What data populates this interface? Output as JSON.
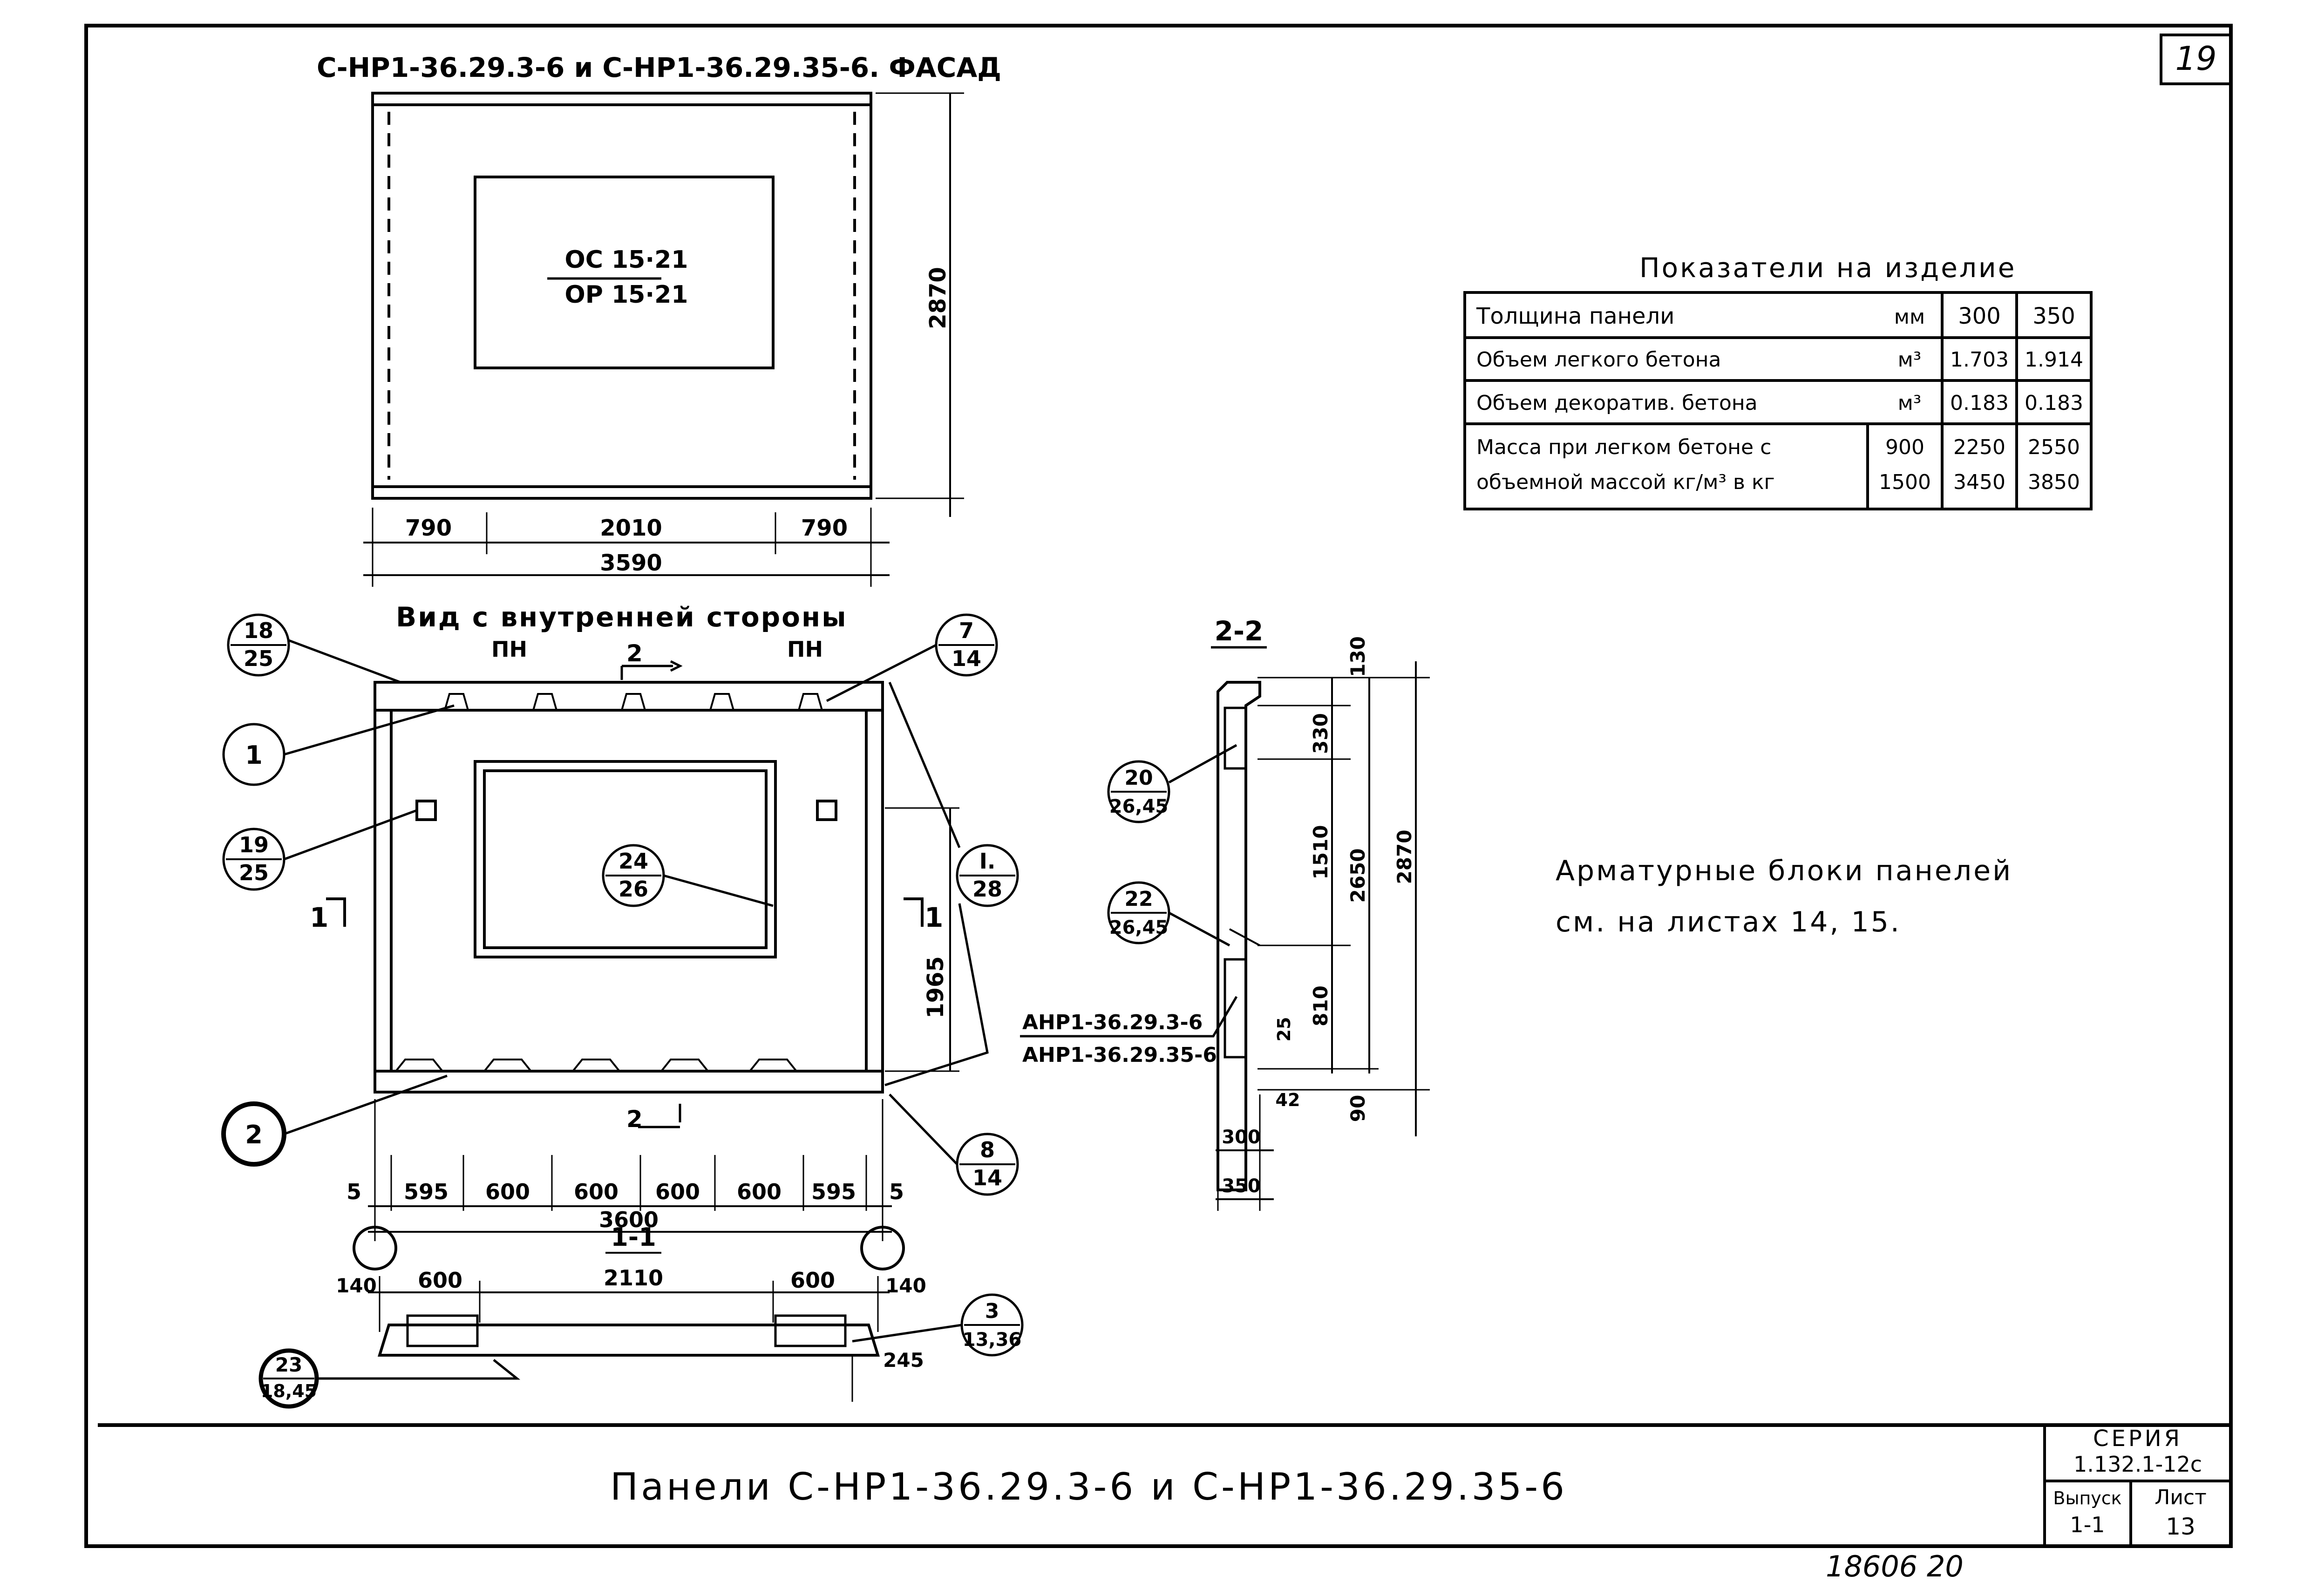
{
  "sheet_number": "19",
  "facade": {
    "title": "С-НР1-36.29.3-6 и С-НР1-36.29.35-6. ФАСАД",
    "window_label_1": "ОС 15·21",
    "window_label_2": "ОР 15·21",
    "dim_height": "2870",
    "dim_left": "790",
    "dim_mid": "2010",
    "dim_right": "790",
    "dim_total": "3590"
  },
  "indicators": {
    "title": "Показатели на изделие",
    "rows": [
      {
        "name": "Толщина панели",
        "unit": "мм",
        "v300": "300",
        "v350": "350"
      },
      {
        "name": "Объем легкого бетона",
        "unit": "м³",
        "v300": "1.703",
        "v350": "1.914"
      },
      {
        "name": "Объем декоратив. бетона",
        "unit": "м³",
        "v300": "0.183",
        "v350": "0.183"
      }
    ],
    "mass_label_1": "Масса при легком бетоне с",
    "mass_label_2": "объемной массой кг/м³ в кг",
    "mass_rows": [
      {
        "density": "900",
        "v300": "2250",
        "v350": "2550"
      },
      {
        "density": "1500",
        "v300": "3450",
        "v350": "3850"
      }
    ]
  },
  "inner_view": {
    "title": "Вид с внутренней стороны",
    "pn_left": "ПН",
    "pn_right": "ПН",
    "section_2_top": "2",
    "section_2_bottom": "2",
    "section_1_left": "1",
    "section_1_right": "1",
    "dim_1965": "1965",
    "bottom_dims": [
      "5",
      "595",
      "600",
      "600",
      "600",
      "600",
      "595",
      "5"
    ],
    "dim_total": "3600",
    "callouts": [
      {
        "top": "18",
        "bottom": "25"
      },
      {
        "top": "1",
        "bottom": ""
      },
      {
        "top": "19",
        "bottom": "25"
      },
      {
        "top": "7",
        "bottom": "14"
      },
      {
        "top": "24",
        "bottom": "26"
      },
      {
        "top": "I.",
        "bottom": "28"
      },
      {
        "top": "2",
        "bottom": ""
      },
      {
        "top": "8",
        "bottom": "14"
      }
    ]
  },
  "section_1_1": {
    "title_top": "1-1",
    "title_bottom": "2110",
    "dim_left_140": "140",
    "dim_left_600": "600",
    "dim_mid": "2110",
    "dim_right_600": "600",
    "dim_right_140": "140",
    "dim_245": "245",
    "callout_3": {
      "top": "3",
      "bottom": "13,36"
    },
    "callout_23": {
      "top": "23",
      "bottom": "18,45"
    }
  },
  "section_2_2": {
    "title": "2-2",
    "dims_right": [
      "130",
      "330",
      "1510",
      "810",
      "90"
    ],
    "dim_2650": "2650",
    "dim_2870": "2870",
    "dim_25": "25",
    "dim_42": "42",
    "dim_300": "300",
    "dim_350": "350",
    "callout_20": {
      "top": "20",
      "bottom": "26,45"
    },
    "callout_22": {
      "top": "22",
      "bottom": "26,45"
    },
    "block_label_1": "АНР1-36.29.3-6",
    "block_label_2": "АНР1-36.29.35-6"
  },
  "note": {
    "line1": "Арматурные блоки панелей",
    "line2": "см. на листах 14, 15."
  },
  "title_block": {
    "title": "Панели С-НР1-36.29.3-6 и С-НР1-36.29.35-6",
    "series_label": "СЕРИЯ",
    "series_value": "1.132.1-12с",
    "issue_label": "Выпуск",
    "issue_value": "1-1",
    "sheet_label": "Лист",
    "sheet_value": "13"
  },
  "footer_number": "18606 20"
}
